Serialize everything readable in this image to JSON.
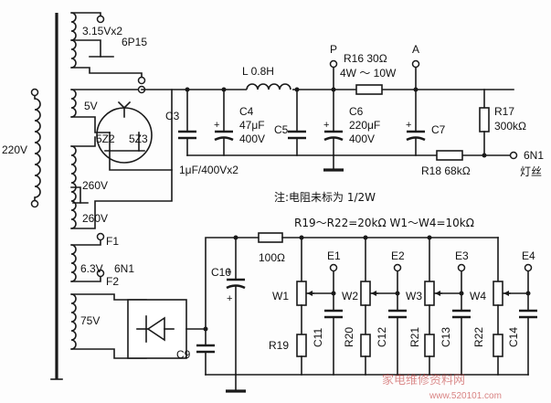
{
  "labels": {
    "mains_voltage": "220V",
    "w315": "3.15Vx2",
    "tube_6p15": "6P15",
    "w5v": "5V",
    "rect_a": "5Z2",
    "rect_b": "5Z3",
    "w260a": "260V",
    "w260b": "260V",
    "inductor": "L  0.8H",
    "c3": "C3",
    "c4": "C4",
    "c4_cap": "47μF",
    "c4_volt": "400V",
    "c5": "C5",
    "c6": "C6",
    "c6_cap": "220μF",
    "c6_volt": "400V",
    "c7": "C7",
    "c35_spec": "1μF/400Vx2",
    "p_point": "P",
    "a_point": "A",
    "r16": "R16  30Ω",
    "r16_power": "4W ～ 10W",
    "r17": "R17",
    "r17_val": "300kΩ",
    "r18": "R18   68kΩ",
    "out_6n1": "6N1",
    "filament": "灯丝",
    "note": "注:电阻未标为 1/2W",
    "r19_r22": "R19～R22=20kΩ  W1～W4=10kΩ",
    "f1": "F1",
    "w63": "6.3V",
    "tube_6n1": "6N1",
    "f2": "F2",
    "w75": "75V",
    "c9": "C9",
    "c10": "C10",
    "r_100": "100Ω",
    "e1": "E1",
    "e2": "E2",
    "e3": "E3",
    "e4": "E4",
    "wp1": "W1",
    "wp2": "W2",
    "wp3": "W3",
    "wp4": "W4",
    "r19": "R19",
    "r20": "R20",
    "r21": "R21",
    "r22": "R22",
    "c11": "C11",
    "c12": "C12",
    "c13": "C13",
    "c14": "C14"
  },
  "watermark": {
    "text": "家电维修资料网",
    "url": "www.520101.com"
  }
}
